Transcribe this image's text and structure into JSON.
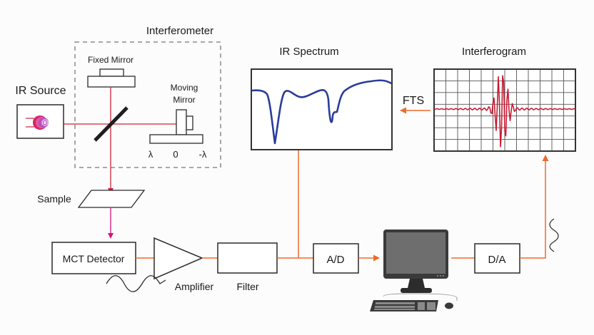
{
  "diagram": {
    "title": "FTIR Spectrometer Schematic",
    "labels": {
      "interferometer": "Interferometer",
      "fixed_mirror": "Fixed Mirror",
      "moving_mirror_line1": "Moving",
      "moving_mirror_line2": "Mirror",
      "ir_source": "IR Source",
      "lambda_pos": "λ",
      "zero": "0",
      "lambda_neg": "-λ",
      "sample": "Sample",
      "mct_detector": "MCT Detector",
      "amplifier": "Amplifier",
      "filter": "Filter",
      "ad": "A/D",
      "da": "D/A",
      "ir_spectrum": "IR Spectrum",
      "interferogram": "Interferogram",
      "fts": "FTS"
    },
    "components": [
      {
        "id": "ir-source",
        "label": "IR Source"
      },
      {
        "id": "interferometer",
        "label": "Interferometer",
        "parts": [
          "Beamsplitter",
          "Fixed Mirror",
          "Moving Mirror"
        ]
      },
      {
        "id": "sample",
        "label": "Sample"
      },
      {
        "id": "mct-detector",
        "label": "MCT Detector"
      },
      {
        "id": "amplifier",
        "label": "Amplifier"
      },
      {
        "id": "filter",
        "label": "Filter"
      },
      {
        "id": "ad-converter",
        "label": "A/D"
      },
      {
        "id": "computer",
        "label": ""
      },
      {
        "id": "da-converter",
        "label": "D/A"
      },
      {
        "id": "interferogram-display",
        "label": "Interferogram"
      },
      {
        "id": "ir-spectrum-display",
        "label": "IR Spectrum"
      }
    ],
    "connections": [
      {
        "from": "IR Source",
        "to": "Interferometer",
        "kind": "ir-beam"
      },
      {
        "from": "Interferometer",
        "to": "Sample",
        "kind": "ir-beam"
      },
      {
        "from": "Sample",
        "to": "MCT Detector",
        "kind": "transmitted-beam"
      },
      {
        "from": "MCT Detector",
        "to": "Amplifier",
        "kind": "signal"
      },
      {
        "from": "Amplifier",
        "to": "Filter",
        "kind": "signal"
      },
      {
        "from": "Filter",
        "to": "A/D",
        "kind": "signal"
      },
      {
        "from": "Filter",
        "to": "IR Spectrum",
        "kind": "signal"
      },
      {
        "from": "A/D",
        "to": "Computer",
        "kind": "signal"
      },
      {
        "from": "Computer",
        "to": "D/A",
        "kind": "signal"
      },
      {
        "from": "D/A",
        "to": "Interferogram",
        "kind": "signal"
      },
      {
        "from": "Interferogram",
        "to": "IR Spectrum",
        "kind": "transform",
        "label": "FTS"
      }
    ],
    "colors": {
      "beam": "#d0223a",
      "transmitted": "#d4127f",
      "signal": "#ee6a2c",
      "spectrum": "#2b3c9c",
      "interferogram": "#c81c34",
      "outline": "#2a2a2a"
    }
  }
}
